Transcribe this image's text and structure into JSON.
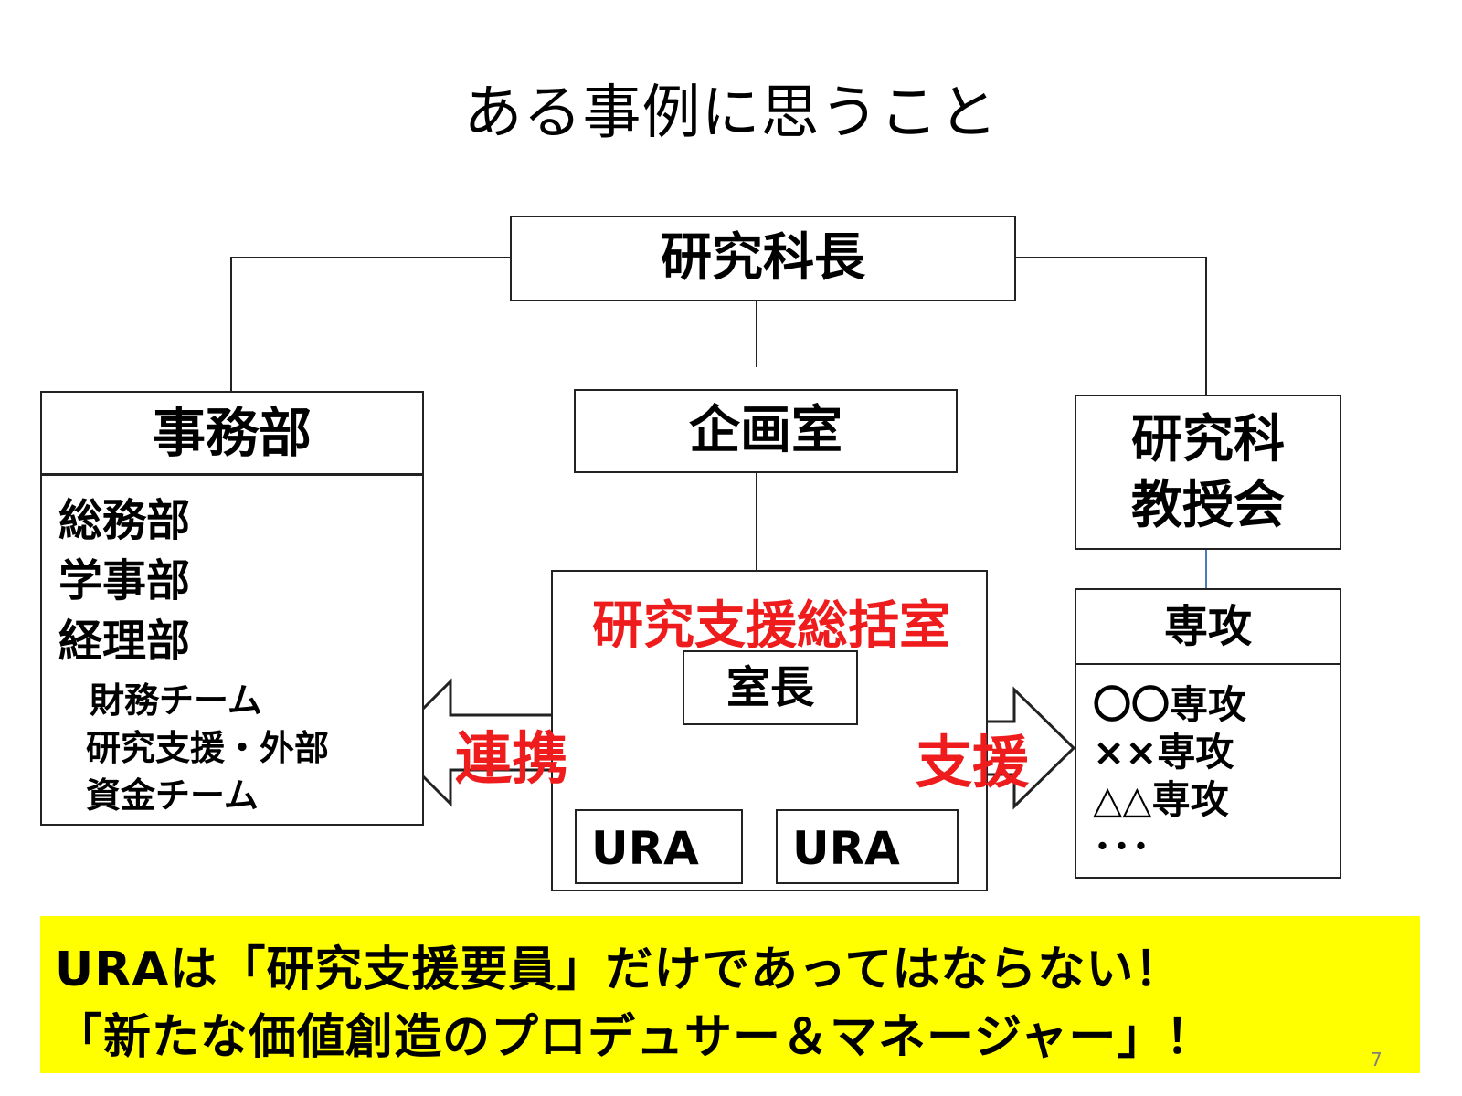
{
  "slide": {
    "title": "ある事例に思うこと",
    "page_number": "7"
  },
  "diagram": {
    "top": {
      "label": "研究科長"
    },
    "jimubu": {
      "header": "事務部",
      "departments": [
        "総務部",
        "学事部",
        "経理部"
      ],
      "teams": [
        "財務チーム",
        "研究支援・外部",
        "資金チーム"
      ]
    },
    "kikaku": {
      "label": "企画室"
    },
    "kenkyuka": {
      "label_line1": "研究科",
      "label_line2": "教授会"
    },
    "shien": {
      "title": "研究支援総括室",
      "chief": "室長",
      "ura": [
        "URA",
        "URA"
      ]
    },
    "senko": {
      "header": "専攻",
      "items": [
        "〇〇専攻",
        "××専攻",
        "△△専攻",
        "･･･"
      ]
    },
    "arrows": {
      "renkei": "連携",
      "shien": "支援"
    }
  },
  "banner": {
    "line1": "URAは「研究支援要員」だけであってはならない！",
    "line2": "「新たな価値創造のプロデュサー＆マネージャー」！",
    "color": "#ffff00"
  },
  "colors": {
    "accent_red": "#ee1c1c",
    "connector": "#222222",
    "thin_link": "#4a7ebb"
  }
}
